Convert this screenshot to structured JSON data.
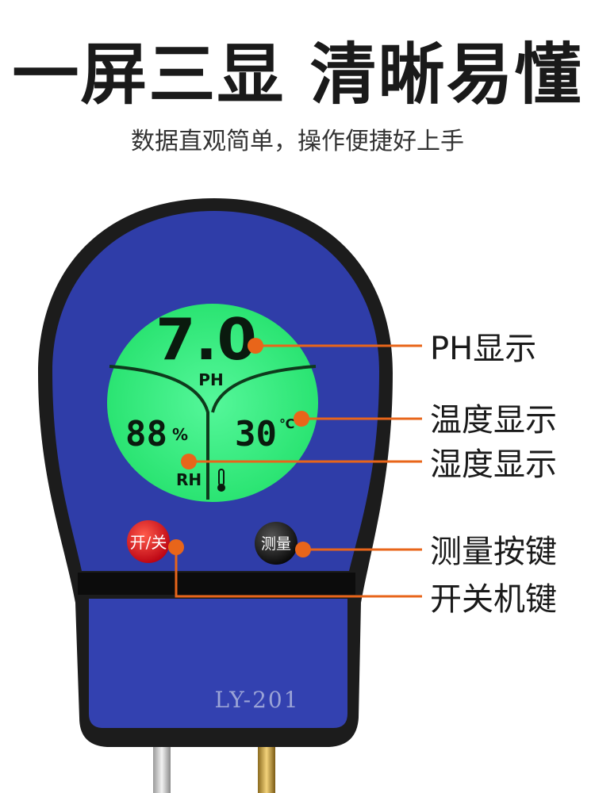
{
  "header": {
    "title": "一屏三显 清晰易懂",
    "subtitle": "数据直观简单，操作便捷好上手"
  },
  "display": {
    "ph_value": "7.0",
    "ph_unit": "PH",
    "humidity_value": "88",
    "humidity_unit": "%",
    "humidity_label": "RH",
    "temperature_value": "30",
    "temperature_unit": "℃"
  },
  "buttons": {
    "power_label": "开/关",
    "measure_label": "测量"
  },
  "model": "LY-201",
  "callouts": {
    "ph": "PH显示",
    "temperature": "温度显示",
    "humidity": "湿度显示",
    "measure": "测量按键",
    "power": "开关机键"
  },
  "colors": {
    "body_outer": "#1c1c1c",
    "panel_blue": "#2f3da8",
    "lcd_green": "#2ef07a",
    "callout_orange": "#e8651a",
    "power_red": "#e0141c",
    "measure_black": "#111111"
  }
}
